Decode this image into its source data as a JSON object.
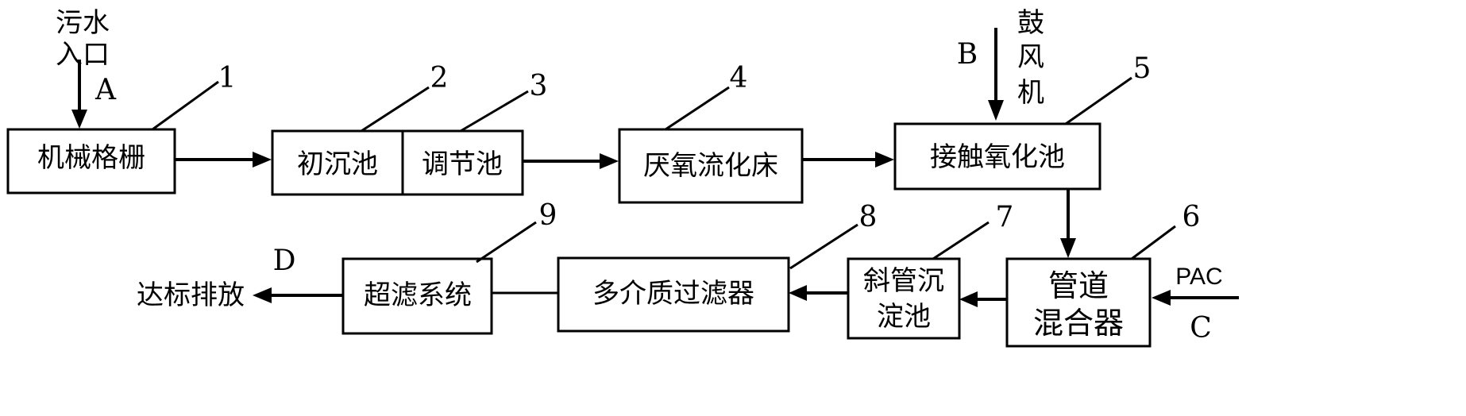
{
  "nodes": {
    "n1": "机械格栅",
    "n2": "初沉池",
    "n3": "调节池",
    "n4": "厌氧流化床",
    "n5": "接触氧化池",
    "n6a": "管道",
    "n6b": "混合器",
    "n7a": "斜管沉",
    "n7b": "淀池",
    "n8": "多介质过滤器",
    "n9": "超滤系统"
  },
  "numbers": [
    "1",
    "2",
    "3",
    "4",
    "5",
    "6",
    "7",
    "8",
    "9"
  ],
  "inputs": {
    "a_label_l1": "污水",
    "a_label_l2": "入口",
    "a_letter": "A",
    "b_letter": "B",
    "b_label": [
      "鼓",
      "风",
      "机"
    ],
    "c_letter": "C",
    "c_label": "PAC",
    "d_letter": "D",
    "d_label": "达标排放"
  }
}
